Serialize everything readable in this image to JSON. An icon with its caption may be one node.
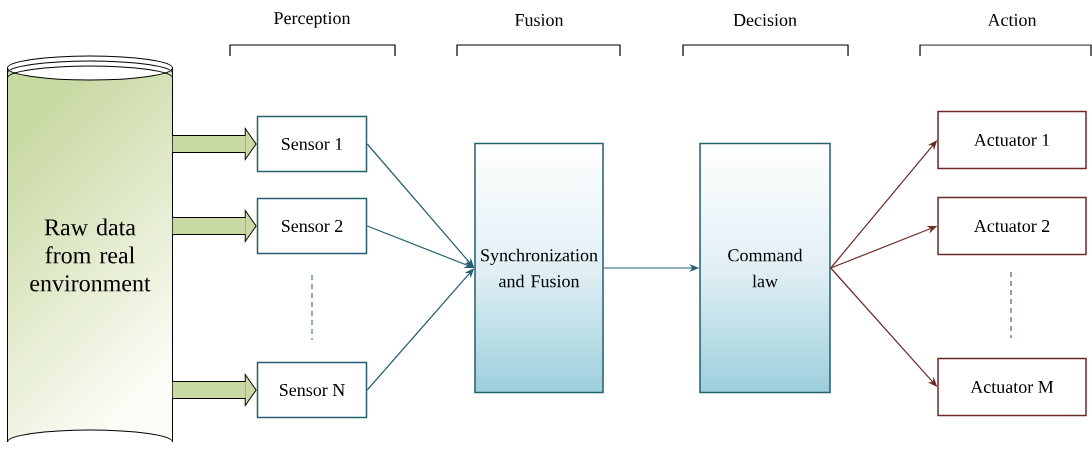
{
  "diagram": {
    "nodes": [
      {
        "text": [
          "Raw data from real environment"
        ]
      },
      {
        "text": [
          "Sensor 1"
        ]
      },
      {
        "text": [
          "Sensor 2"
        ]
      },
      {
        "text": [
          "Sensor N"
        ]
      },
      {
        "text": [
          "Synchronization and Fusion"
        ]
      },
      {
        "text": [
          "Command law"
        ]
      },
      {
        "text": [
          "Actuator 1"
        ]
      },
      {
        "text": [
          "Actuator 2"
        ]
      },
      {
        "text": [
          "Actuator M"
        ]
      }
    ],
    "edges": [
      {
        "from": 0,
        "to": 1,
        "arrow": "to",
        "style": "thick",
        "color": "#c9d9a3"
      },
      {
        "from": 0,
        "to": 2,
        "arrow": "to",
        "style": "thick",
        "color": "#c9d9a3"
      },
      {
        "from": 0,
        "to": 3,
        "arrow": "to",
        "style": "thick",
        "color": "#c9d9a3"
      },
      {
        "from": 1,
        "to": 4,
        "arrow": "to"
      },
      {
        "from": 2,
        "to": 4,
        "arrow": "to"
      },
      {
        "from": 3,
        "to": 4,
        "arrow": "to"
      },
      {
        "from": 4,
        "to": 5,
        "arrow": "to"
      },
      {
        "from": 5,
        "to": 6,
        "arrow": "to",
        "color": "#6b2a24"
      },
      {
        "from": 5,
        "to": 7,
        "arrow": "to",
        "color": "#6b2a24"
      },
      {
        "from": 5,
        "to": 8,
        "arrow": "to",
        "color": "#6b2a24"
      }
    ],
    "labels": [
      "Perception",
      "Fusion",
      "Decision",
      "Action"
    ]
  }
}
